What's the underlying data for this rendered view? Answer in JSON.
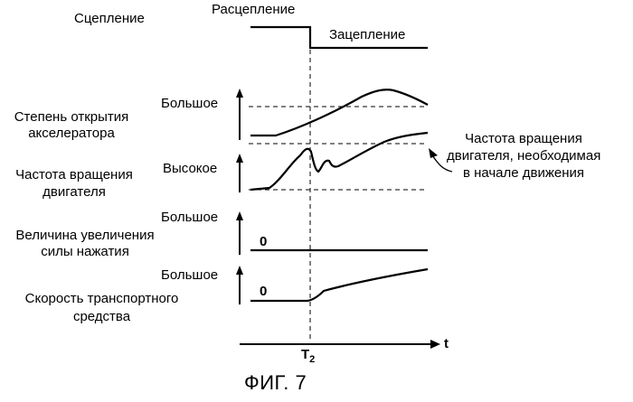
{
  "labels": {
    "clutch": "Сцепление",
    "disengage": "Расцепление",
    "engage": "Зацепление",
    "accel_l1": "Степень открытия",
    "accel_l2": "акселератора",
    "accel_level": "Большое",
    "engine_l1": "Частота вращения",
    "engine_l2": "двигателя",
    "engine_level": "Высокое",
    "force_level": "Большое",
    "force_l1": "Величина увеличения",
    "force_l2": "силы нажатия",
    "speed_level": "Большое",
    "speed_l1": "Скорость транспортного",
    "speed_l2": "средства",
    "zero": "0",
    "note_l1": "Частота вращения",
    "note_l2": "двигателя, необходимая",
    "note_l3": "в начале движения",
    "t_axis": "t",
    "t2_main": "T",
    "t2_sub": "2",
    "figure": "ФИГ. 7"
  }
}
